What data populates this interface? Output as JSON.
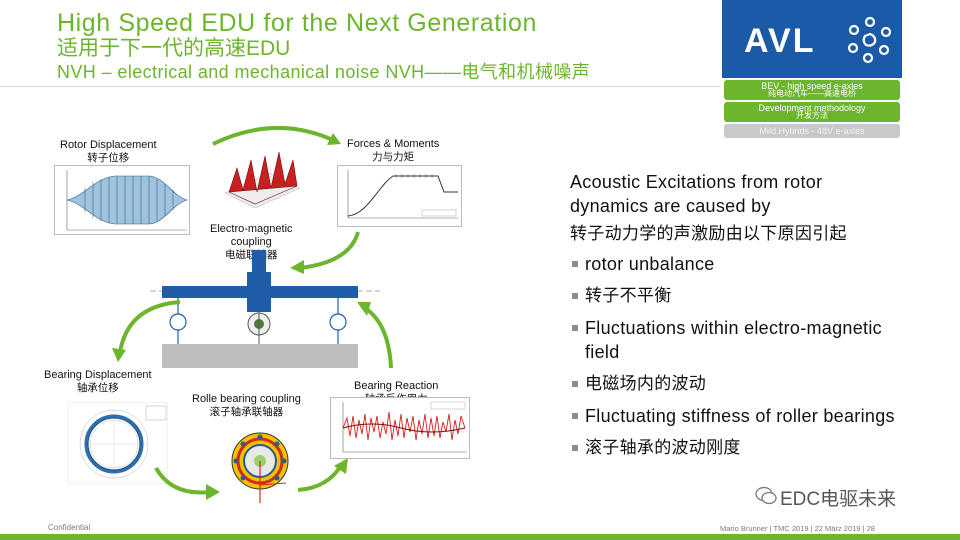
{
  "header": {
    "title_en": "High Speed EDU for the Next Generation",
    "title_cn": "适用于下一代的高速EDU",
    "subtitle": "NVH – electrical and mechanical noise  NVH——电气和机械噪声"
  },
  "logo": {
    "text": "AVL",
    "color": "#1b5aa6"
  },
  "agenda": [
    {
      "label": "BEV - high speed e-axles",
      "sub": "纯电动汽车——高速电桥",
      "state": "done"
    },
    {
      "label": "Development methodology",
      "sub": "开发方法",
      "state": "active"
    },
    {
      "label": "Mild Hybrids - 48V e-axles",
      "sub": "",
      "state": "inactive"
    }
  ],
  "diagram": {
    "rotor_displacement": {
      "en": "Rotor Displacement",
      "cn": "转子位移"
    },
    "forces_moments": {
      "en": "Forces & Moments",
      "cn": "力与力矩"
    },
    "em_coupling": {
      "en1": "Electro-magnetic",
      "en2": "coupling",
      "cn": "电磁联轴器"
    },
    "bearing_displacement": {
      "en": "Bearing Displacement",
      "cn": "轴承位移"
    },
    "roller_coupling": {
      "en": "Rolle bearing coupling",
      "cn": "滚子轴承联轴器"
    },
    "bearing_reaction": {
      "en": "Bearing Reaction",
      "cn": "轴承反作用力"
    }
  },
  "content": {
    "intro_en": "Acoustic Excitations from rotor dynamics are caused by",
    "intro_cn": "转子动力学的声激励由以下原因引起",
    "bullets": [
      "rotor unbalance",
      "转子不平衡",
      "Fluctuations within electro-magnetic field",
      "电磁场内的波动",
      "Fluctuating stiffness of roller bearings",
      "滚子轴承的波动刚度"
    ]
  },
  "watermark": "EDC电驱未来",
  "footer": {
    "left": "Confidential",
    "right": "Mario Brunner | TMC 2019 | 22 März 2019 | 28"
  },
  "colors": {
    "accent_green": "#6cb52d",
    "avl_blue": "#1b5aa6",
    "shaft_blue": "#1f5da8"
  }
}
